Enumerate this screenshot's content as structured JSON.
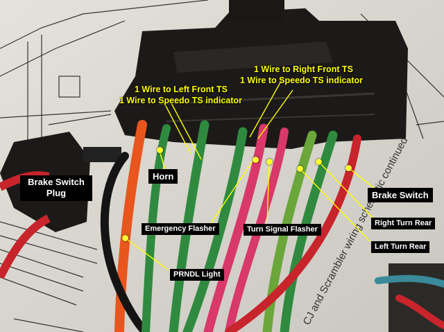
{
  "schematic_text": "CJ and Scrambler wiring schematic continued",
  "labels": {
    "brake_switch_plug": "Brake Switch Plug",
    "horn": "Horn",
    "left_front_ts_1": "1 Wire to Left Front TS",
    "left_front_ts_2": "1 Wire to Speedo TS indicator",
    "right_front_ts_1": "1 Wire to Right Front TS",
    "right_front_ts_2": "1 Wire to Speedo TS indicator",
    "emergency_flasher": "Emergency Flasher",
    "turn_signal_flasher": "Turn Signal Flasher",
    "prndl_light": "PRNDL Light",
    "brake_switch": "Brake Switch",
    "right_turn_rear": "Right Turn Rear",
    "left_turn_rear": "Left Turn Rear"
  },
  "colors": {
    "label_bg": "#000000",
    "label_text": "#ffffff",
    "annotation_yellow": "#ffff00",
    "wire_green": "#2f8a3f",
    "wire_light_green": "#6aa63a",
    "wire_pink": "#d8386a",
    "wire_red": "#c8242c",
    "wire_orange": "#e8561e",
    "wire_black": "#141414",
    "connector_black": "#1c1a18",
    "paper": "#dcdad2"
  }
}
